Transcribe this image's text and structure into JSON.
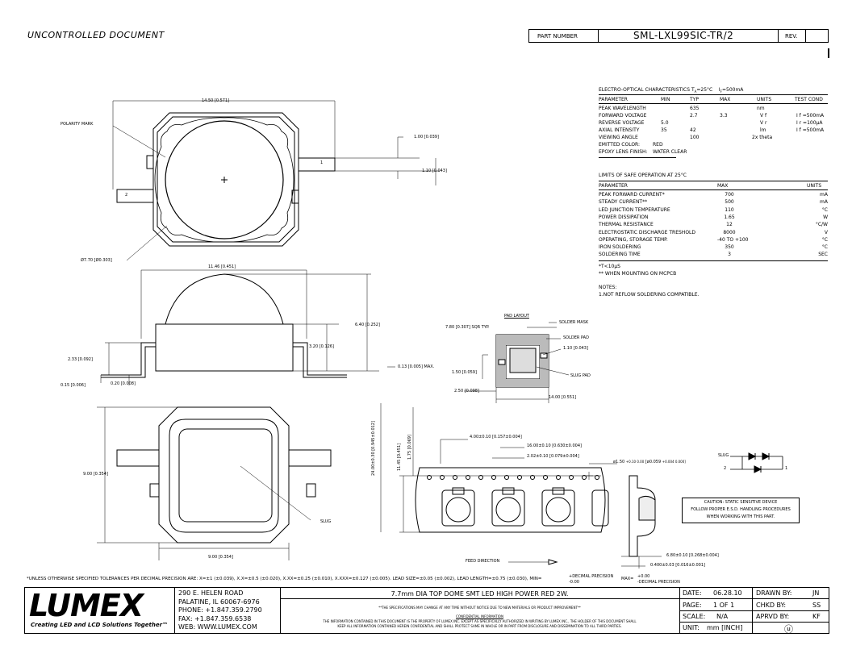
{
  "header": {
    "uncontrolled": "UNCONTROLLED DOCUMENT",
    "part_number_label": "PART NUMBER",
    "part_number": "SML-LXL99SIC-TR/2",
    "rev_label": "REV."
  },
  "eo": {
    "title": "ELECTRO-OPTICAL CHARACTERISTICS T",
    "title_sub": "A",
    "title_cond": "=25°C",
    "title_if": "I",
    "title_if_sub": "F",
    "title_if_val": "=500mA",
    "headers": [
      "PARAMETER",
      "MIN",
      "TYP",
      "MAX",
      "UNITS",
      "TEST COND"
    ],
    "rows": [
      {
        "param": "PEAK WAVELENGTH",
        "min": "",
        "typ": "635",
        "max": "",
        "units": "nm",
        "cond": ""
      },
      {
        "param": "FORWARD VOLTAGE",
        "min": "",
        "typ": "2.7",
        "max": "3.3",
        "units": "V f",
        "cond": "I f =500mA"
      },
      {
        "param": "REVERSE VOLTAGE",
        "min": "5.0",
        "typ": "",
        "max": "",
        "units": "V r",
        "cond": "I r =100μA"
      },
      {
        "param": "AXIAL INTENSITY",
        "min": "35",
        "typ": "42",
        "max": "",
        "units": "lm",
        "cond": "I f =500mA"
      },
      {
        "param": "VIEWING ANGLE",
        "min": "",
        "typ": "100",
        "max": "",
        "units": "2x theta",
        "cond": ""
      }
    ],
    "emitted_color_label": "EMITTED COLOR:",
    "emitted_color": "RED",
    "lens_label": "EPOXY LENS FINISH:",
    "lens": "WATER CLEAR"
  },
  "limits": {
    "title": "LIMITS OF SAFE OPERATION AT 25°C",
    "headers": [
      "PARAMETER",
      "MAX",
      "UNITS"
    ],
    "rows": [
      {
        "param": "PEAK FORWARD CURRENT*",
        "max": "700",
        "units": "mA"
      },
      {
        "param": "STEADY CURRENT**",
        "max": "500",
        "units": "mA"
      },
      {
        "param": "LED JUNCTION TEMPERATURE",
        "max": "110",
        "units": "°C"
      },
      {
        "param": "POWER DISSIPATION",
        "max": "1.65",
        "units": "W"
      },
      {
        "param": "THERMAL RESISTANCE",
        "max": "12",
        "units": "°C/W"
      },
      {
        "param": "ELECTROSTATIC DISCHARGE TRESHOLD",
        "max": "8000",
        "units": "V"
      },
      {
        "param": "OPERATING, STORAGE TEMP.",
        "max": "-40 TO +100",
        "units": "°C"
      },
      {
        "param": "IRON SOLDERING",
        "max": "350",
        "units": "°C"
      },
      {
        "param": "SOLDERING TIME",
        "max": "3",
        "units": "SEC"
      }
    ],
    "note1": "*T<10μS",
    "note2": "** WHEN MOUNTING ON MCPCB"
  },
  "notes": {
    "title": "NOTES:",
    "n1": "1.NOT REFLOW SOLDERING COMPATIBLE."
  },
  "dims": {
    "top_width": "14.50 [0.571]",
    "polarity": "POLARITY MARK",
    "d1": "1.00 [0.039]",
    "d2": "1.10 [0.043]",
    "pin1": "1",
    "pin2": "2",
    "dia": "Ø7.70 [Ø0.303]",
    "side_width": "11.46 [0.451]",
    "height": "6.40 [0.252]",
    "body_h": "3.20 [0.126]",
    "d233": "2.33 [0.092]",
    "d013": "0.13 [0.005] MAX.",
    "d015": "0.15 [0.006]",
    "d020": "0.20 [0.008]",
    "bottom_h": "9.00 [0.354]",
    "bottom_w": "9.00 [0.354]",
    "slug": "SLUG"
  },
  "pad": {
    "title": "PAD LAYOUT",
    "sqr": "7.80 [0.307] SQR TYP.",
    "solder_mask": "SOLDER MASK",
    "solder_pad": "SOLDER PAD",
    "d110": "1.10 [0.043]",
    "d150": "1.50 [0.059]",
    "slug_pad": "SLUG PAD",
    "d250": "2.50 [0.098]",
    "d1400": "14.00 [0.551]"
  },
  "tape": {
    "t1": "4.00±0.10 [0.157±0.004]",
    "t2": "16.00±0.10 [0.630±0.004]",
    "t3": "2.02±0.10 [0.079±0.004]",
    "t4": "ø1.50",
    "t4b": "+0.10 0.00",
    "t4c": "[ø0.059",
    "t4d": "+0.004 0.000]",
    "v1": "24.00±0.30 [0.945±0.012]",
    "v2": "11.45 [0.451]",
    "v3": "1.75 [0.069]",
    "feed": "FEED DIRECTION",
    "t5": "6.80±0.10 [0.268±0.004]",
    "t6": "0.400±0.03 [0.016±0.001]"
  },
  "schem": {
    "slug": "SLUG",
    "p2": "2",
    "p1": "1"
  },
  "caution": {
    "l1": "CAUTION: STATIC SENSITIVE DEVICE",
    "l2": "FOLLOW PROPER E.S.D. HANDLING PROCEDURES",
    "l3": "WHEN WORKING WITH THIS PART."
  },
  "tolerance": {
    "text": "*UNLESS OTHERWISE SPECIFIED TOLERANCES PER DECIMAL PRECISION ARE: X=±1 (±0.039), X.X=±0.5 (±0.020), X.XX=±0.25 (±0.010), X.XXX=±0.127 (±0.005).  LEAD SIZE=±0.05 (±0.002), LEAD LENGTH=±0.75 (±0.030), MIN=",
    "min_top": "+DECIMAL PRECISION",
    "min_bot": "-0.00",
    "max_label": "MAX=",
    "max_top": "+0.00",
    "max_bot": "-DECIMAL PRECISION"
  },
  "footer": {
    "logo": "LUMEX",
    "tagline": "Creating LED and LCD Solutions Together™",
    "addr1": "290  E.  HELEN  ROAD",
    "addr2": "PALATINE,  IL  60067-6976",
    "phone": "PHONE:  +1.847.359.2790",
    "fax": "FAX:   +1.847.359.6538",
    "web": "WEB:  WWW.LUMEX.COM",
    "description": "7.7mm DIA TOP DOME SMT LED HIGH POWER RED 2W.",
    "spec_note": "**THE SPECIFICATIONS MAY CHANGE AT ANY TIME WITHOUT NOTICE DUE TO NEW MATERIALS OR PRODUCT IMPROVEMENT**",
    "conf_title": "CONFIDENTIAL INFORMATION",
    "conf1": "THE INFORMATION CONTAINED IN THIS DOCUMENT IS THE PROPERTY OF LUMEX INC. EXCEPT AS SPECIFICALLY AUTHORIZED IN WRITING BY LUMEX INC., THE HOLDER OF THIS DOCUMENT SHALL",
    "conf2": "KEEP ALL INFORMATION CONTAINED HEREIN CONFIDENTIAL AND SHALL PROTECT SAME IN WHOLE OR IN PART FROM DISCLOSURE AND DISSEMINATION TO ALL THIRD PARTIES.",
    "date_label": "DATE:",
    "date": "06.28.10",
    "drawn_label": "DRAWN  BY:",
    "drawn": "JN",
    "page_label": "PAGE:",
    "page": "1  OF  1",
    "chkd_label": "CHKD  BY:",
    "chkd": "SS",
    "scale_label": "SCALE:",
    "scale": "N/A",
    "aprvd_label": "APRVD  BY:",
    "aprvd": "KF",
    "unit_label": "UNIT:",
    "unit": "mm  [INCH]",
    "ul": "ⓤ"
  }
}
